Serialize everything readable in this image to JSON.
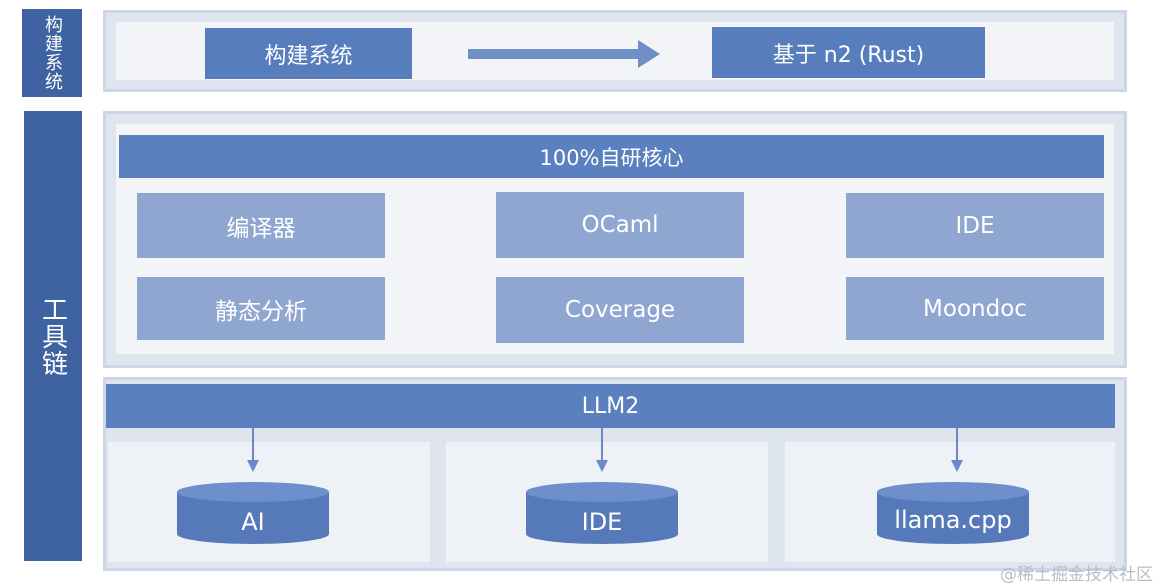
{
  "side_labels": {
    "build": "构建系统",
    "toolchain": "工具链"
  },
  "build_row": {
    "left": "构建系统",
    "right": "基于 n2 (Rust)"
  },
  "core": {
    "header": "100%自研核心",
    "items": [
      "编译器",
      "OCaml",
      "IDE",
      "静态分析",
      "Coverage",
      "Moondoc"
    ]
  },
  "llm": {
    "header": "LLM2",
    "targets": [
      "AI",
      "IDE",
      "llama.cpp"
    ]
  },
  "watermark": "@稀土掘金技术社区",
  "colors": {
    "label_bg": "#3f62a0",
    "box_dark": "#587dbd",
    "box_light": "#8fa6d1",
    "bar": "#5a80bf",
    "panel": "#dfe5ef"
  }
}
